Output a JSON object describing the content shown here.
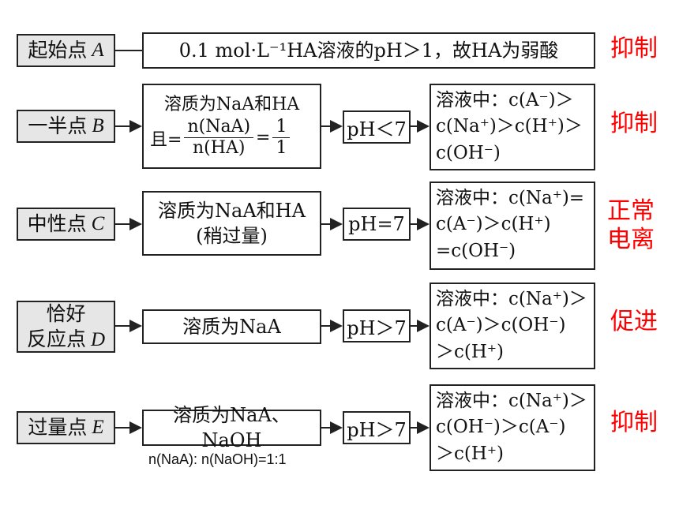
{
  "rows": [
    {
      "label_text": "起始点",
      "label_var": "A",
      "condition": "0.1 mol·L⁻¹HA溶液的pH＞1，故HA为弱酸",
      "verdict": "抑制"
    },
    {
      "label_text": "一半点",
      "label_var": "B",
      "solute": "溶质为NaA和HA",
      "ratio_prefix": "且=",
      "ratio_num": "n(NaA)",
      "ratio_den": "n(HA)",
      "ratio_eq": "=",
      "ratio_value_num": "1",
      "ratio_value_den": "1",
      "ph": "pH＜7",
      "result": [
        "溶液中：c(A⁻)＞",
        "c(Na⁺)＞c(H⁺)＞",
        "c(OH⁻)"
      ],
      "verdict": "抑制"
    },
    {
      "label_text": "中性点",
      "label_var": "C",
      "solute": "溶质为NaA和HA",
      "solute_extra": "(稍过量)",
      "ph": "pH=7",
      "result": [
        "溶液中：c(Na⁺)=",
        "c(A⁻)＞c(H⁺)",
        "=c(OH⁻)"
      ],
      "verdict": "正常电离"
    },
    {
      "label_line1": "恰好",
      "label_line2": "反应点",
      "label_var": "D",
      "solute": "溶质为NaA",
      "ph": "pH＞7",
      "result": [
        "溶液中：c(Na⁺)＞",
        "c(A⁻)＞c(OH⁻)",
        "＞c(H⁺)"
      ],
      "verdict": "促进"
    },
    {
      "label_text": "过量点",
      "label_var": "E",
      "solute": "溶质为NaA、NaOH",
      "ph": "pH＞7",
      "result": [
        "溶液中：c(Na⁺)＞",
        "c(OH⁻)＞c(A⁻)",
        "＞c(H⁺)"
      ],
      "verdict": "抑制",
      "note": "n(NaA): n(NaOH)=1:1"
    }
  ]
}
